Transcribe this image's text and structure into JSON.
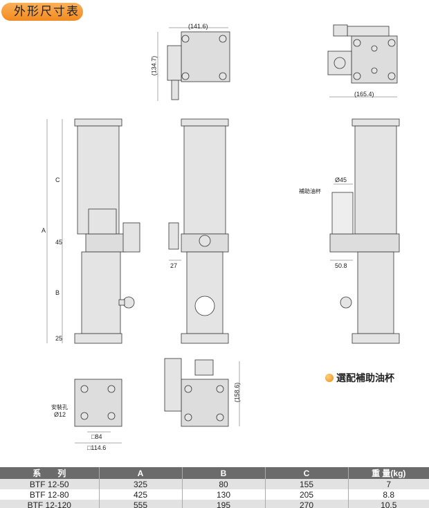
{
  "title": "外形尺寸表",
  "dims": {
    "top_width": "(141.6)",
    "top_height": "(134.7)",
    "right_width": "(165.4)",
    "C": "C",
    "A": "A",
    "d45": "45",
    "B": "B",
    "d25": "25",
    "d27": "27",
    "phi45": "Ø45",
    "oil_cup": "補助油杯",
    "d50_8": "50.8",
    "mount_hole": "安裝孔",
    "phi12": "Ø12",
    "sq84": "□84",
    "sq114_6": "□114.6",
    "h158_6": "(158.6)"
  },
  "option_label": "選配補助油杯",
  "table": {
    "headers": [
      "系　　列",
      "A",
      "B",
      "C",
      "重 量(kg)"
    ],
    "rows": [
      [
        "BTF 12-50",
        "325",
        "80",
        "155",
        "7"
      ],
      [
        "BTF 12-80",
        "425",
        "130",
        "205",
        "8.8"
      ],
      [
        "BTF 12-120",
        "555",
        "195",
        "270",
        "10.5"
      ]
    ]
  }
}
